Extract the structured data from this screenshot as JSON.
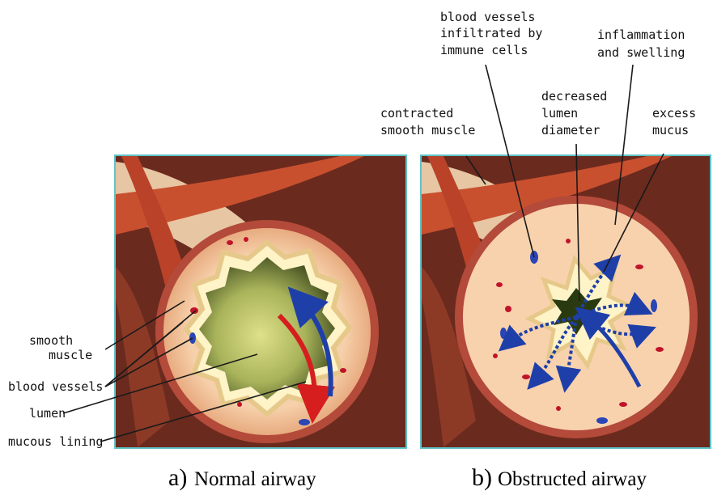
{
  "panels": {
    "a": {
      "caption_letter": "a)",
      "caption_text": "Normal airway",
      "labels": {
        "smooth_muscle_1": "smooth",
        "smooth_muscle_2": "muscle",
        "blood_vessels": "blood vessels",
        "lumen": "lumen",
        "mucous_lining": "mucous lining"
      }
    },
    "b": {
      "caption_letter": "b)",
      "caption_text": "Obstructed airway",
      "labels": {
        "vessels_infiltrated_1": "blood vessels",
        "vessels_infiltrated_2": "infiltrated by",
        "vessels_infiltrated_3": "immune cells",
        "inflammation_1": "inflammation",
        "inflammation_2": "and swelling",
        "decreased_lumen_1": "decreased",
        "decreased_lumen_2": "lumen",
        "decreased_lumen_3": "diameter",
        "contracted_muscle_1": "contracted",
        "contracted_muscle_2": "smooth muscle",
        "excess_mucus_1": "excess",
        "excess_mucus_2": "mucus"
      }
    }
  },
  "colors": {
    "frame": "#5fc4c8",
    "background_tissue": "#6b2a1e",
    "muscle_bands": "#c8502f",
    "wall": "#f2c49a",
    "lumen_normal": "#a8b35a",
    "airflow_in": "#d61e1e",
    "airflow_out": "#1f3fa8",
    "blood_cell_red": "#c0142a",
    "blood_cell_blue": "#2a45b5"
  }
}
